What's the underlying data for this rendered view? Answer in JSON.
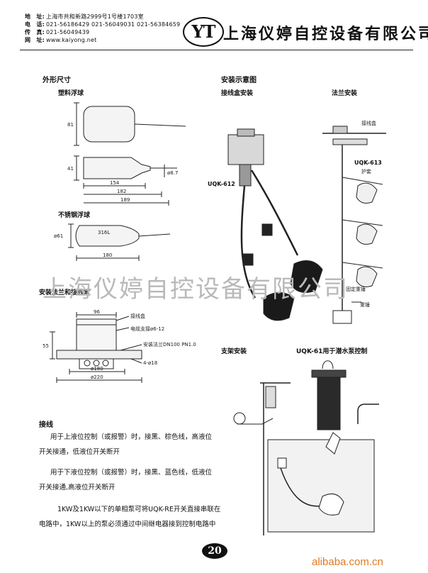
{
  "header": {
    "address_label": "地　址:",
    "address": "上海市共和新路2999号1号楼1703室",
    "phone_label": "电　话:",
    "phone": "021-56186429 021-56049031 021-56384659",
    "fax_label": "传　真:",
    "fax": "021-56049439",
    "web_label": "网　址:",
    "web": "www.kaiyong.net",
    "logo": "YT",
    "company": "上海仪婷自控设备有限公司"
  },
  "dimensions": {
    "title": "外形尺寸",
    "plastic_title": "塑料浮球",
    "plastic_dims": [
      "81",
      "41",
      "154",
      "182",
      "189",
      "ø8.7"
    ],
    "steel_title": "不锈钢浮球",
    "steel_dims": [
      "ø61",
      "316L",
      "180"
    ],
    "flange_title": "安装法兰和接线盒",
    "flange_labels": [
      "96",
      "接线盒",
      "电缆支接ø6-12",
      "55",
      "安装法兰DN100 PN1.0",
      "4-ø18",
      "ø180",
      "ø220"
    ]
  },
  "install": {
    "title": "安装示意图",
    "junction_title": "接线盒安装",
    "flange_install_title": "法兰安装",
    "uqk612": "UQK-612",
    "uqk613": "UQK-613",
    "flange_labels": [
      "接线盒",
      "护套",
      "固定重锤",
      "重锤"
    ],
    "bracket_title": "支架安装",
    "pump_title": "UQK-61用于潜水泵控制"
  },
  "wiring": {
    "title": "接线",
    "p1a": "用于上液位控制（或报警）时，接黑、棕色线，高液位",
    "p1b": "开关接通，低液位开关断开",
    "p2a": "用于下液位控制（或报警）时，接黑、蓝色线，低液位",
    "p2b": "开关接通,高液位开关断开",
    "p3a": "1KW及1KW以下的单相泵可将UQK-RE开关直接串联在",
    "p3b": "电路中，1KW以上的泵必须通过中间继电器接到控制电路中"
  },
  "watermark": "上海仪婷自控设备有限公司",
  "page_number": "20",
  "site": "alibaba.com.cn"
}
